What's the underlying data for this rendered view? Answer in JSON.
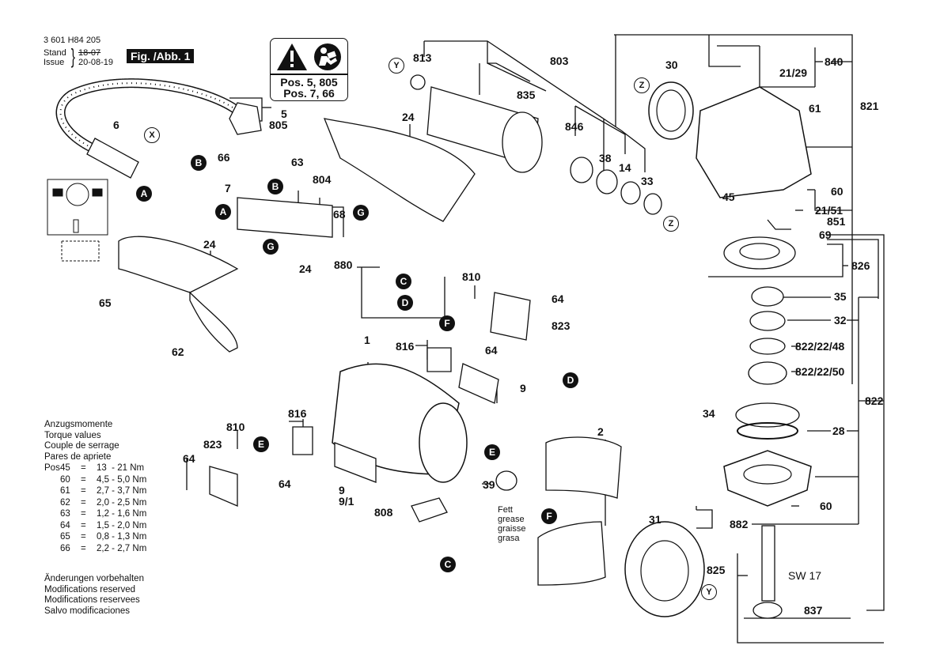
{
  "header": {
    "part_number": "3 601 H84 205",
    "stand_label": "Stand",
    "issue_label": "Issue",
    "old_date_struck": "18-07",
    "issue_date": "20-08-19",
    "figure_label": "Fig. /Abb. 1"
  },
  "warning_box": {
    "icons": [
      "warning-triangle-icon",
      "read-manual-icon"
    ],
    "lines": [
      "Pos. 5, 805",
      "Pos. 7, 66"
    ]
  },
  "torque": {
    "titles": [
      "Anzugsmomente",
      "Torque values",
      "Couple de serrage",
      "Pares de apriete"
    ],
    "pos_label": "Pos",
    "rows": [
      {
        "pos": "45",
        "eq": "=",
        "value": "13  - 21 Nm"
      },
      {
        "pos": "60",
        "eq": "=",
        "value": "4,5 - 5,0 Nm"
      },
      {
        "pos": "61",
        "eq": "=",
        "value": "2,7 - 3,7 Nm"
      },
      {
        "pos": "62",
        "eq": "=",
        "value": "2,0 - 2,5 Nm"
      },
      {
        "pos": "63",
        "eq": "=",
        "value": "1,2 - 1,6 Nm"
      },
      {
        "pos": "64",
        "eq": "=",
        "value": "1,5 - 2,0 Nm"
      },
      {
        "pos": "65",
        "eq": "=",
        "value": "0,8 - 1,3 Nm"
      },
      {
        "pos": "66",
        "eq": "=",
        "value": "2,2 - 2,7 Nm"
      }
    ]
  },
  "modifications": [
    "Änderungen vorbehalten",
    "Modifications reserved",
    "Modifications reservees",
    "Salvo modificaciones"
  ],
  "grease_note": [
    "Fett",
    "grease",
    "graisse",
    "grasa"
  ],
  "part_labels": [
    {
      "id": "p813",
      "text": "813"
    },
    {
      "id": "p803",
      "text": "803"
    },
    {
      "id": "p835",
      "text": "835"
    },
    {
      "id": "p30",
      "text": "30"
    },
    {
      "id": "p840",
      "text": "840"
    },
    {
      "id": "p2129",
      "text": "21/29"
    },
    {
      "id": "p821",
      "text": "821"
    },
    {
      "id": "p61",
      "text": "61"
    },
    {
      "id": "p846",
      "text": "846"
    },
    {
      "id": "p38",
      "text": "38"
    },
    {
      "id": "p14",
      "text": "14"
    },
    {
      "id": "p33",
      "text": "33"
    },
    {
      "id": "p60a",
      "text": "60"
    },
    {
      "id": "p2151",
      "text": "21/51"
    },
    {
      "id": "p851",
      "text": "851"
    },
    {
      "id": "p45",
      "text": "45"
    },
    {
      "id": "p69",
      "text": "69"
    },
    {
      "id": "p826",
      "text": "826"
    },
    {
      "id": "p35",
      "text": "35"
    },
    {
      "id": "p32",
      "text": "32"
    },
    {
      "id": "p822_22_48",
      "text": "822/22/48"
    },
    {
      "id": "p822_22_50",
      "text": "822/22/50"
    },
    {
      "id": "p822",
      "text": "822"
    },
    {
      "id": "p34",
      "text": "34"
    },
    {
      "id": "p28",
      "text": "28"
    },
    {
      "id": "p60b",
      "text": "60"
    },
    {
      "id": "p882",
      "text": "882"
    },
    {
      "id": "p825",
      "text": "825"
    },
    {
      "id": "psw17",
      "text": "SW 17"
    },
    {
      "id": "p837",
      "text": "837"
    },
    {
      "id": "p31",
      "text": "31"
    },
    {
      "id": "p5",
      "text": "5"
    },
    {
      "id": "p805",
      "text": "805"
    },
    {
      "id": "p6",
      "text": "6"
    },
    {
      "id": "p24a",
      "text": "24"
    },
    {
      "id": "p66",
      "text": "66"
    },
    {
      "id": "p63",
      "text": "63"
    },
    {
      "id": "p7",
      "text": "7"
    },
    {
      "id": "p804",
      "text": "804"
    },
    {
      "id": "p68",
      "text": "68"
    },
    {
      "id": "p24b",
      "text": "24"
    },
    {
      "id": "p880",
      "text": "880"
    },
    {
      "id": "p24c",
      "text": "24"
    },
    {
      "id": "p65",
      "text": "65"
    },
    {
      "id": "p62",
      "text": "62"
    },
    {
      "id": "p810a",
      "text": "810"
    },
    {
      "id": "p64a",
      "text": "64"
    },
    {
      "id": "p823a",
      "text": "823"
    },
    {
      "id": "p816a",
      "text": "816"
    },
    {
      "id": "p64b",
      "text": "64"
    },
    {
      "id": "p1",
      "text": "1"
    },
    {
      "id": "p9a",
      "text": "9"
    },
    {
      "id": "p2",
      "text": "2"
    },
    {
      "id": "p816b",
      "text": "816"
    },
    {
      "id": "p810b",
      "text": "810"
    },
    {
      "id": "p823b",
      "text": "823"
    },
    {
      "id": "p64c",
      "text": "64"
    },
    {
      "id": "p64d",
      "text": "64"
    },
    {
      "id": "p9b",
      "text": "9"
    },
    {
      "id": "p91",
      "text": "9/1"
    },
    {
      "id": "p808",
      "text": "808"
    },
    {
      "id": "p39",
      "text": "39"
    }
  ],
  "callouts": {
    "A1": "A",
    "A2": "A",
    "B1": "B",
    "B2": "B",
    "C1": "C",
    "C2": "C",
    "D1": "D",
    "D2": "D",
    "E1": "E",
    "E2": "E",
    "F1": "F",
    "F2": "F",
    "G1": "G",
    "G2": "G",
    "X": "X",
    "Y1": "Y",
    "Y2": "Y",
    "Z1": "Z",
    "Z2": "Z"
  }
}
